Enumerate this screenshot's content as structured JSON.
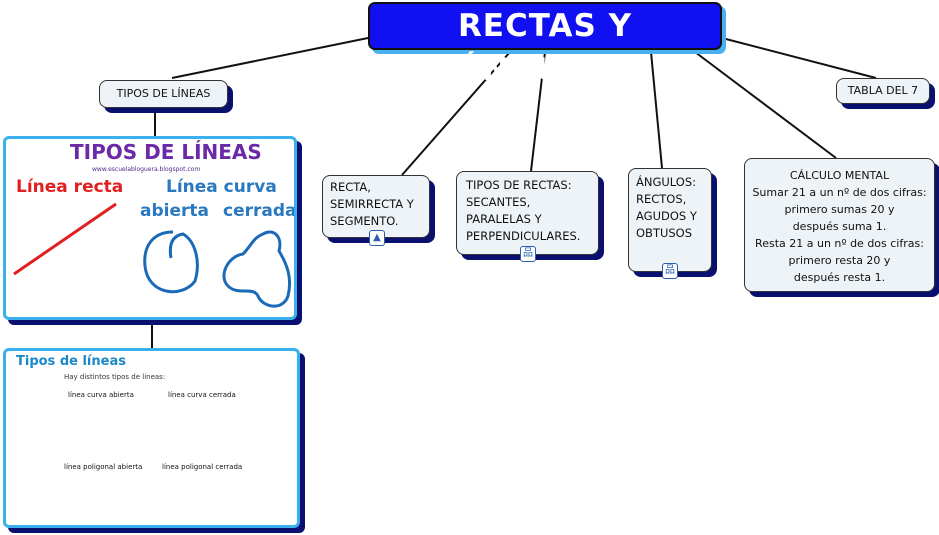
{
  "title": "RECTAS Y ÁNGULOS",
  "nodes": {
    "tipos_lineas": "TIPOS DE LÍNEAS",
    "tabla": "TABLA DEL 7",
    "recta": [
      "RECTA,",
      "SEMIRRECTA Y",
      "SEGMENTO."
    ],
    "tipos_rectas": [
      "TIPOS DE RECTAS:",
      "SECANTES,",
      "PARALELAS Y",
      "PERPENDICULARES."
    ],
    "angulos": [
      "ÁNGULOS:",
      "RECTOS,",
      "AGUDOS Y",
      "OBTUSOS"
    ],
    "calculo": [
      "CÁLCULO MENTAL",
      "Sumar 21 a un nº de dos cifras:",
      "primero sumas 20 y",
      "después suma 1.",
      "Resta 21 a un nº de dos cifras:",
      "primero resta 20 y",
      "después resta 1."
    ]
  },
  "image1": {
    "title": "TIPOS DE LÍNEAS",
    "url_text": "www.escuelabloguera.blogspot.com",
    "recta": "Línea recta",
    "curva": "Línea curva",
    "abierta": "abierta",
    "cerrada": "cerrada"
  },
  "image2": {
    "title": "Tipos de líneas",
    "intro": "Hay distintos tipos de líneas:",
    "l1": "línea curva abierta",
    "l2": "línea curva cerrada",
    "l3": "línea poligonal abierta",
    "l4": "línea poligonal cerrada"
  },
  "colors": {
    "title_bg": "#1010f0",
    "node_bg": "#eef3f7",
    "shadow": "#0a1070"
  }
}
